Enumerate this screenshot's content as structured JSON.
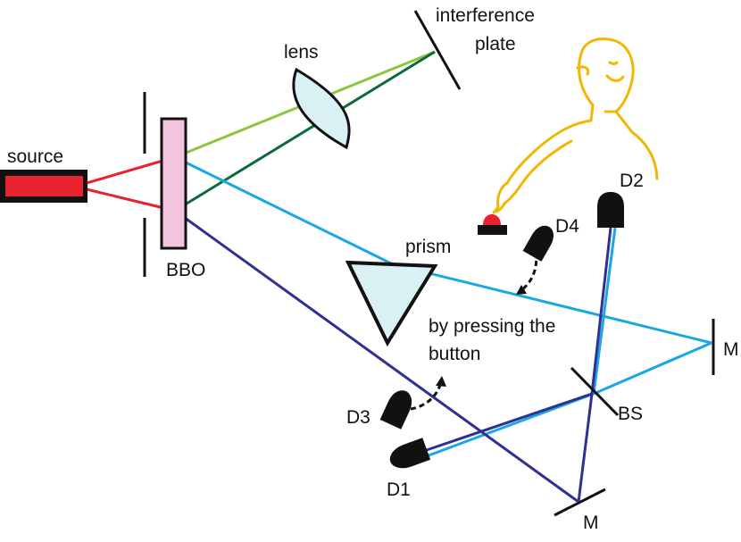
{
  "labels": {
    "source": "source",
    "bbo": "BBO",
    "lens": "lens",
    "interference_line1": "interference",
    "interference_line2": "plate",
    "prism": "prism",
    "button_note_line1": "by pressing the",
    "button_note_line2": "button",
    "d1": "D1",
    "d2": "D2",
    "d3": "D3",
    "d4": "D4",
    "bs": "BS",
    "mirror_right": "M",
    "mirror_bottom": "M"
  },
  "colors": {
    "pump": "#e8222e",
    "signal_light_green": "#8cc63f",
    "signal_dark_green": "#0b6b3a",
    "beam_light_blue": "#1aa7e6",
    "beam_dark_blue": "#2e3192",
    "bbo_crystal": "#f2c4dd",
    "prism_fill": "#d9f0f5",
    "lens_fill": "#d9f0f5",
    "person_outline": "#f2b705",
    "detector": "#111111",
    "button_red": "#e8222e"
  },
  "icons": {
    "source": "laser-source-icon",
    "person": "person-pressing-button-icon",
    "detector": "detector-icon",
    "button": "red-push-button-icon"
  }
}
